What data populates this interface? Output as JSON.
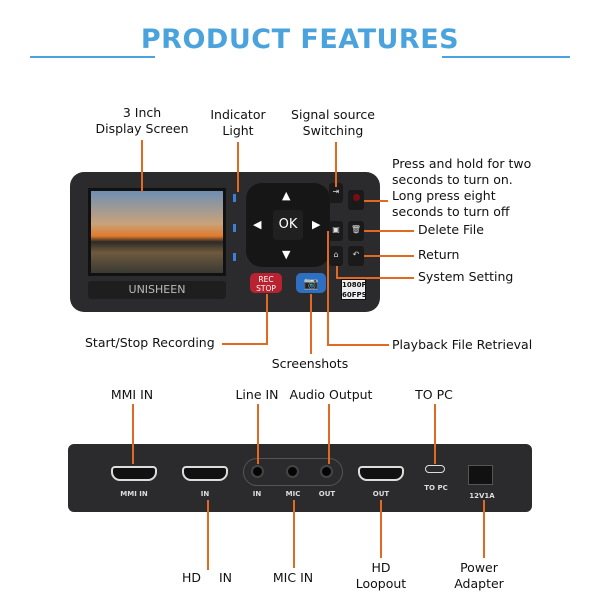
{
  "title": "PRODUCT FEATURES",
  "front": {
    "brand": "UNISHEEN",
    "ok": "OK",
    "rec": "REC",
    "stop": "STOP",
    "badge_res": "1080P",
    "badge_fps": "60FPS",
    "labels": {
      "display": "3 Inch\nDisplay Screen",
      "indicator": "Indicator\nLight",
      "signal": "Signal source\nSwitching",
      "power": "Press and hold for two\nseconds to turn on.\nLong press eight\nseconds to turn off",
      "delete": "Delete File",
      "return": "Return",
      "settings": "System Setting",
      "record": "Start/Stop Recording",
      "screenshots": "Screenshots",
      "playback": "Playback File Retrieval"
    }
  },
  "back": {
    "ports": {
      "mmi_in": "MMI IN",
      "in": "IN",
      "audio_in": "IN",
      "mic": "MIC",
      "audio_out": "OUT",
      "out": "OUT",
      "to_pc": "TO PC",
      "power": "12V1A"
    },
    "labels": {
      "mmi_in": "MMI IN",
      "line_in": "Line IN",
      "audio_output": "Audio Output",
      "to_pc": "TO PC",
      "hd": "HD",
      "hd_in": "IN",
      "mic_in": "MIC IN",
      "hd_loopout": "HD\nLoopout",
      "power_adapter": "Power\nAdapter"
    }
  },
  "colors": {
    "accent": "#4aa3dc",
    "callout": "#e06a22"
  }
}
